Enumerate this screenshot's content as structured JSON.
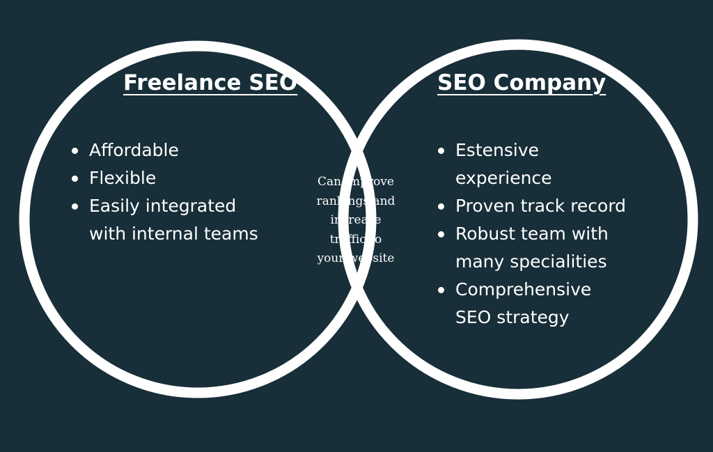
{
  "colors": {
    "background": "#182e38",
    "circle_stroke": "#ffffff",
    "text": "#ffffff"
  },
  "left": {
    "title": "Freelance SEO",
    "items": [
      "Affordable",
      "Flexible",
      "Easily integrated\nwith internal teams"
    ]
  },
  "right": {
    "title": "SEO Company",
    "items": [
      "Estensive\nexperience",
      "Proven track record",
      "Robust team with\nmany specialities",
      "Comprehensive\nSEO strategy"
    ]
  },
  "overlap": {
    "text": "Can improve\nrankings and\nincrease\ntraffic to\nyour website"
  }
}
